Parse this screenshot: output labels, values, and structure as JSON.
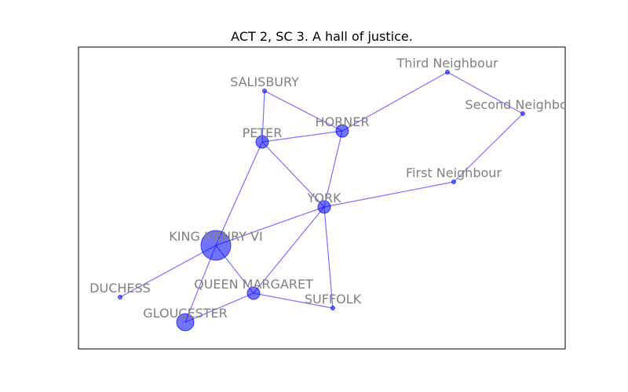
{
  "figure": {
    "title": "ACT 2, SC 3. A hall of justice."
  },
  "colors": {
    "node_fill": "#0000ff",
    "edge": "#0000ff",
    "label": "#808080",
    "frame": "#000000"
  },
  "nodes": [
    {
      "id": "king",
      "label": "KING HENRY VI",
      "size": 5
    },
    {
      "id": "gloucester",
      "label": "GLOUCESTER",
      "size": 3
    },
    {
      "id": "york",
      "label": "YORK",
      "size": 2
    },
    {
      "id": "margaret",
      "label": "QUEEN MARGARET",
      "size": 2
    },
    {
      "id": "horner",
      "label": "HORNER",
      "size": 2
    },
    {
      "id": "peter",
      "label": "PETER",
      "size": 2
    },
    {
      "id": "salisbury",
      "label": "SALISBURY",
      "size": 1
    },
    {
      "id": "duchess",
      "label": "DUCHESS",
      "size": 1
    },
    {
      "id": "suffolk",
      "label": "SUFFOLK",
      "size": 1
    },
    {
      "id": "third",
      "label": "Third Neighbour",
      "size": 1
    },
    {
      "id": "second",
      "label": "Second Neighbour",
      "size": 1
    },
    {
      "id": "first",
      "label": "First Neighbour",
      "size": 1
    }
  ],
  "edges": [
    [
      "king",
      "peter"
    ],
    [
      "king",
      "york"
    ],
    [
      "king",
      "duchess"
    ],
    [
      "king",
      "gloucester"
    ],
    [
      "king",
      "margaret"
    ],
    [
      "gloucester",
      "margaret"
    ],
    [
      "margaret",
      "york"
    ],
    [
      "margaret",
      "suffolk"
    ],
    [
      "york",
      "suffolk"
    ],
    [
      "york",
      "first"
    ],
    [
      "york",
      "horner"
    ],
    [
      "york",
      "peter"
    ],
    [
      "peter",
      "horner"
    ],
    [
      "peter",
      "salisbury"
    ],
    [
      "salisbury",
      "horner"
    ],
    [
      "horner",
      "third"
    ],
    [
      "third",
      "second"
    ],
    [
      "second",
      "first"
    ]
  ]
}
